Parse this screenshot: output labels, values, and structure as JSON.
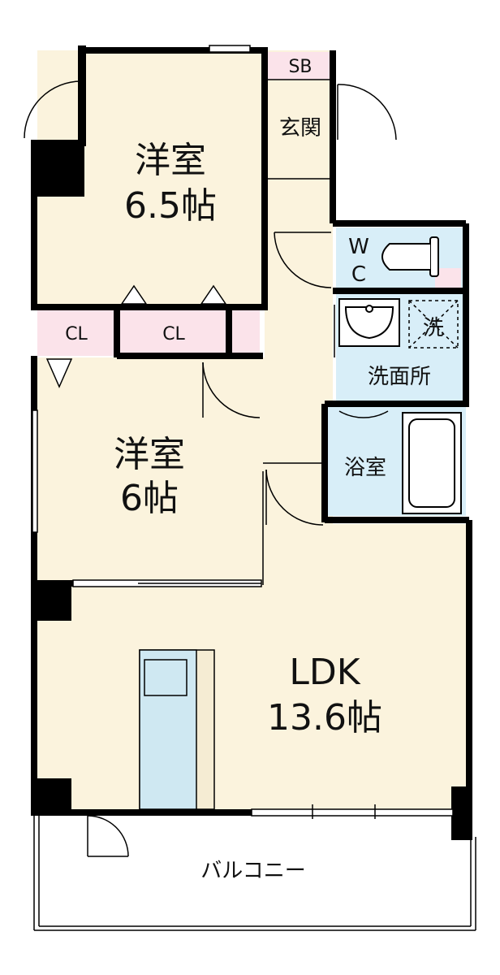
{
  "rooms": {
    "bedroom1": {
      "name": "洋室",
      "size": "6.5帖"
    },
    "bedroom2": {
      "name": "洋室",
      "size": "6帖"
    },
    "ldk": {
      "name": "LDK",
      "size": "13.6帖"
    },
    "entrance": "玄関",
    "shoe_box": "SB",
    "toilet_w": "W",
    "toilet_c": "C",
    "washroom": "洗面所",
    "washer": "洗",
    "bathroom": "浴室",
    "closet1": "CL",
    "closet2": "CL",
    "balcony": "バルコニー"
  },
  "colors": {
    "floor": "#fbf3dd",
    "wet_area": "#d8eef8",
    "closet": "#fbe3ea",
    "wall": "#000000"
  }
}
